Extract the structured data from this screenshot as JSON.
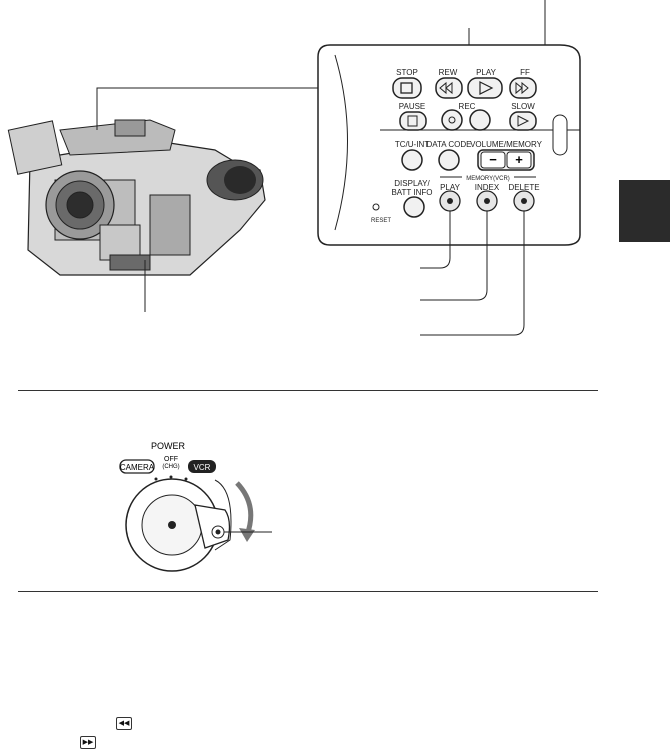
{
  "panel": {
    "stop": "STOP",
    "rew": "REW",
    "play": "PLAY",
    "ff": "FF",
    "pause": "PAUSE",
    "rec": "REC",
    "slow": "SLOW",
    "tc_uint": "TC/U-INT",
    "data_code": "DATA CODE",
    "volume_memory": "VOLUME/MEMORY",
    "display_line1": "DISPLAY/",
    "display_line2": "BATT INFO",
    "memory_vcr": "MEMORY(VCR)",
    "memory_play": "PLAY",
    "memory_index": "INDEX",
    "memory_delete": "DELETE",
    "reset": "RESET",
    "vol_minus": "−",
    "vol_plus": "+"
  },
  "power": {
    "title": "POWER",
    "camera": "CAMERA",
    "off_line1": "OFF",
    "off_line2": "(CHG)",
    "vcr": "VCR"
  },
  "glyphs": {
    "rewind": "◀◀",
    "fast_forward": "▶▶"
  },
  "colors": {
    "section_tab": "#2b2b2b",
    "ink": "#222222"
  }
}
